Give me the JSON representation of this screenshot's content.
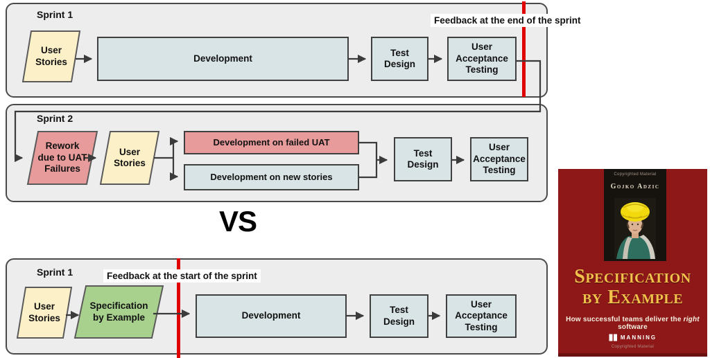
{
  "diagram": {
    "panel1": {
      "sprint_label": "Sprint 1",
      "user_stories": "User\nStories",
      "development": "Development",
      "test_design": "Test\nDesign",
      "uat": "User\nAcceptance\nTesting",
      "feedback_label": "Feedback at the end of the sprint"
    },
    "panel2": {
      "sprint_label": "Sprint 2",
      "rework": "Rework\ndue to UAT\nFailures",
      "user_stories": "User\nStories",
      "dev_failed": "Development on failed UAT",
      "dev_new": "Development on new stories",
      "test_design": "Test\nDesign",
      "uat": "User\nAcceptance\nTesting"
    },
    "vs_label": "VS",
    "panel3": {
      "sprint_label": "Sprint 1",
      "user_stories": "User\nStories",
      "spec_by_example": "Specification\nby Example",
      "development": "Development",
      "test_design": "Test\nDesign",
      "uat": "User\nAcceptance\nTesting",
      "feedback_label": "Feedback at the start of the sprint"
    },
    "colors": {
      "panel_bg": "#ededed",
      "box_blue": "#d9e4e7",
      "box_pink": "#e89b9b",
      "para_yellow": "#fcf0c8",
      "para_green": "#a9d18e",
      "red_line": "#e00000"
    }
  },
  "book": {
    "copyright_top": "Copyrighted Material",
    "author": "Gojko Adzic",
    "title_line1": "Specification",
    "title_line2": "by Example",
    "subtitle_prefix": "How successful teams deliver the ",
    "subtitle_emphasis": "right",
    "subtitle_suffix": " software",
    "publisher": "MANNING",
    "copyright_bottom": "Copyrighted Material",
    "colors": {
      "cover_bg": "#8e1818",
      "title_gold": "#f1c24b"
    }
  }
}
